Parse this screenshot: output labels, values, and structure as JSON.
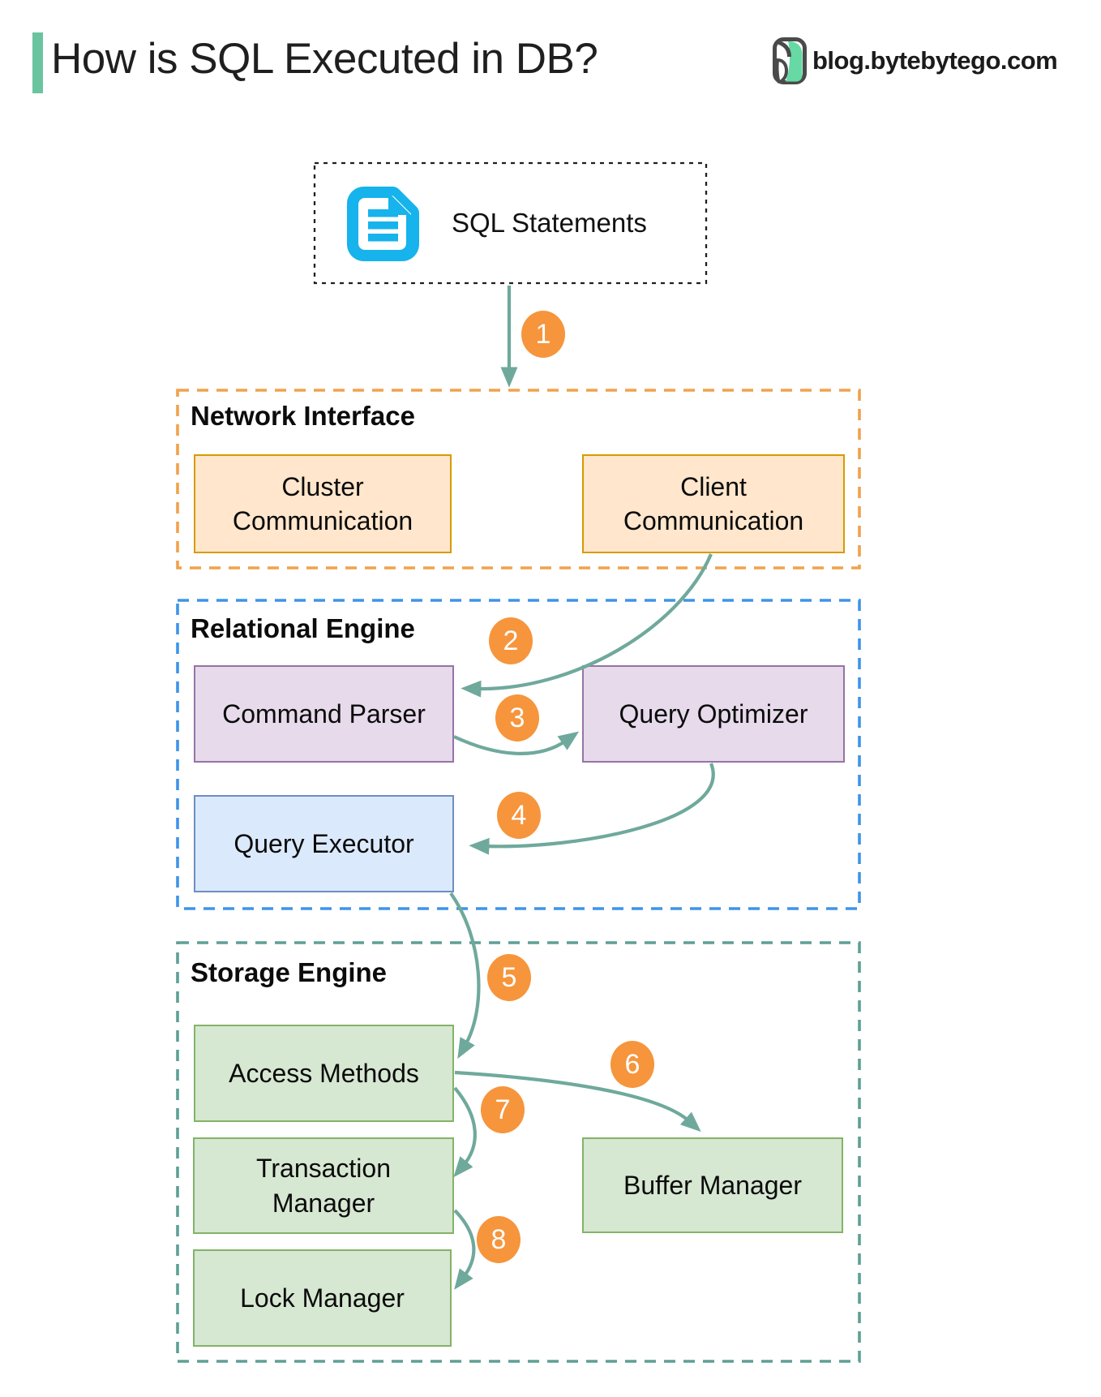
{
  "header": {
    "title": "How is SQL Executed in DB?",
    "brand": "blog.bytebytego.com"
  },
  "diagram": {
    "source": {
      "label": "SQL Statements",
      "icon": "document-icon"
    },
    "steps": [
      "1",
      "2",
      "3",
      "4",
      "5",
      "6",
      "7",
      "8"
    ],
    "flows": [
      {
        "step": "1",
        "from": "SQL Statements",
        "to": "Network Interface"
      },
      {
        "step": "2",
        "from": "Client Communication",
        "to": "Command Parser"
      },
      {
        "step": "3",
        "from": "Command Parser",
        "to": "Query Optimizer"
      },
      {
        "step": "4",
        "from": "Query Optimizer",
        "to": "Query Executor"
      },
      {
        "step": "5",
        "from": "Query Executor",
        "to": "Access Methods"
      },
      {
        "step": "6",
        "from": "Access Methods",
        "to": "Buffer Manager"
      },
      {
        "step": "7",
        "from": "Access Methods",
        "to": "Transaction Manager"
      },
      {
        "step": "8",
        "from": "Transaction Manager",
        "to": "Lock Manager"
      }
    ],
    "sections": [
      {
        "label": "Network Interface",
        "nodes": [
          {
            "label": "Cluster Communication"
          },
          {
            "label": "Client Communication"
          }
        ]
      },
      {
        "label": "Relational Engine",
        "nodes": [
          {
            "label": "Command Parser"
          },
          {
            "label": "Query Optimizer"
          },
          {
            "label": "Query Executor"
          }
        ]
      },
      {
        "label": "Storage Engine",
        "nodes": [
          {
            "label": "Access Methods"
          },
          {
            "label": "Buffer Manager"
          },
          {
            "label": "Transaction Manager"
          },
          {
            "label": "Lock Manager"
          }
        ]
      }
    ]
  },
  "colors": {
    "accent_green": "#6AC4A0",
    "arrow": "#6FA99C",
    "badge_orange": "#F6953C",
    "doc_cyan": "#16B3EC",
    "network_border": "#F0A24C",
    "network_node_fill": "#FFE6CC",
    "network_node_border": "#D79B00",
    "relational_border": "#3E94E9",
    "parser_fill": "#E6DAEB",
    "parser_border": "#9673A6",
    "executor_fill": "#DBE9FC",
    "executor_border": "#6C8EBF",
    "storage_border": "#5F9F95",
    "storage_node_fill": "#D6E7D2",
    "storage_node_border": "#84B366"
  }
}
